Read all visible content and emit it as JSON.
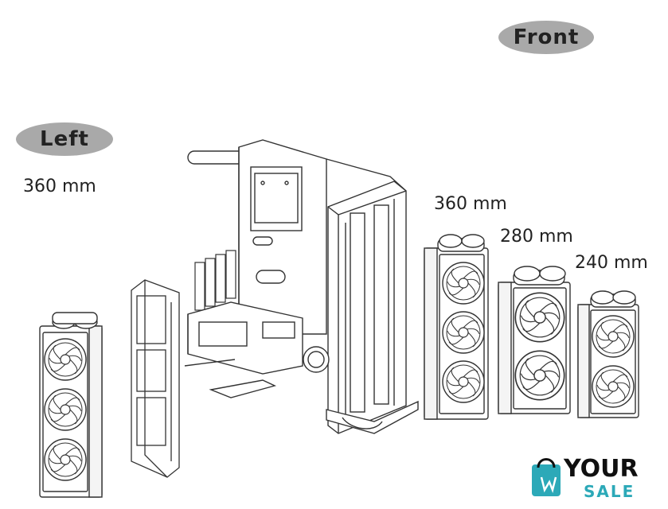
{
  "labels": {
    "front": "Front",
    "left": "Left",
    "left_size": "360 mm",
    "right_size_1": "360 mm",
    "right_size_2": "280 mm",
    "right_size_3": "240 mm"
  },
  "logo": {
    "word1": "YOUR",
    "word2": "SALE",
    "accent_color": "#2ca9b8"
  },
  "colors": {
    "pill_bg": "#a9a9a9",
    "line": "#333333"
  }
}
